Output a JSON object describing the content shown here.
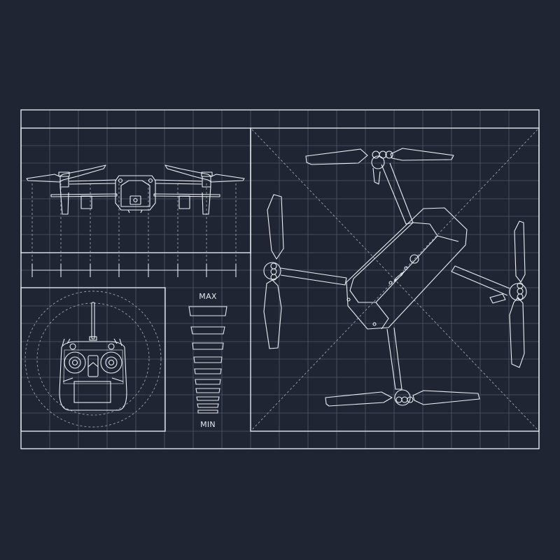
{
  "colors": {
    "background": "#1f2533",
    "grid": "#5a6275",
    "frame": "#e4e7ee",
    "stroke": "#eef0f5",
    "dash": "#9aa1b0"
  },
  "panels": {
    "side_view": {
      "name": "drone-side-view"
    },
    "controller": {
      "name": "remote-controller-view"
    },
    "signal": {
      "name": "signal-strength-scale"
    },
    "top_view": {
      "name": "drone-top-view"
    }
  },
  "signal_scale": {
    "max_label": "MAX",
    "min_label": "MIN",
    "bar_count": 10
  }
}
